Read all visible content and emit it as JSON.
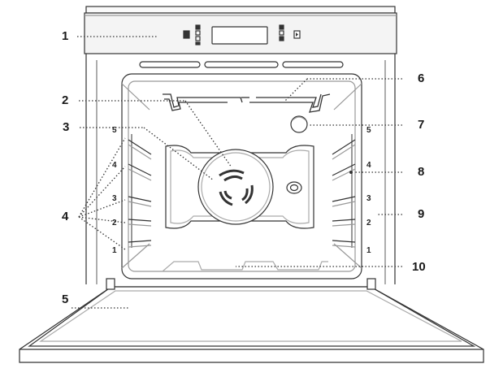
{
  "callouts": [
    {
      "id": "1",
      "label": "1"
    },
    {
      "id": "2",
      "label": "2"
    },
    {
      "id": "3",
      "label": "3"
    },
    {
      "id": "4",
      "label": "4"
    },
    {
      "id": "5",
      "label": "5"
    },
    {
      "id": "6",
      "label": "6"
    },
    {
      "id": "7",
      "label": "7"
    },
    {
      "id": "8",
      "label": "8"
    },
    {
      "id": "9",
      "label": "9"
    },
    {
      "id": "10",
      "label": "10"
    }
  ],
  "shelf_levels": {
    "left": [
      "5",
      "4",
      "3",
      "2",
      "1"
    ],
    "right": [
      "5",
      "4",
      "3",
      "2",
      "1"
    ]
  },
  "colors": {
    "line": "#333333",
    "light_line": "#9a9a9a",
    "panel": "#f4f4f4"
  }
}
